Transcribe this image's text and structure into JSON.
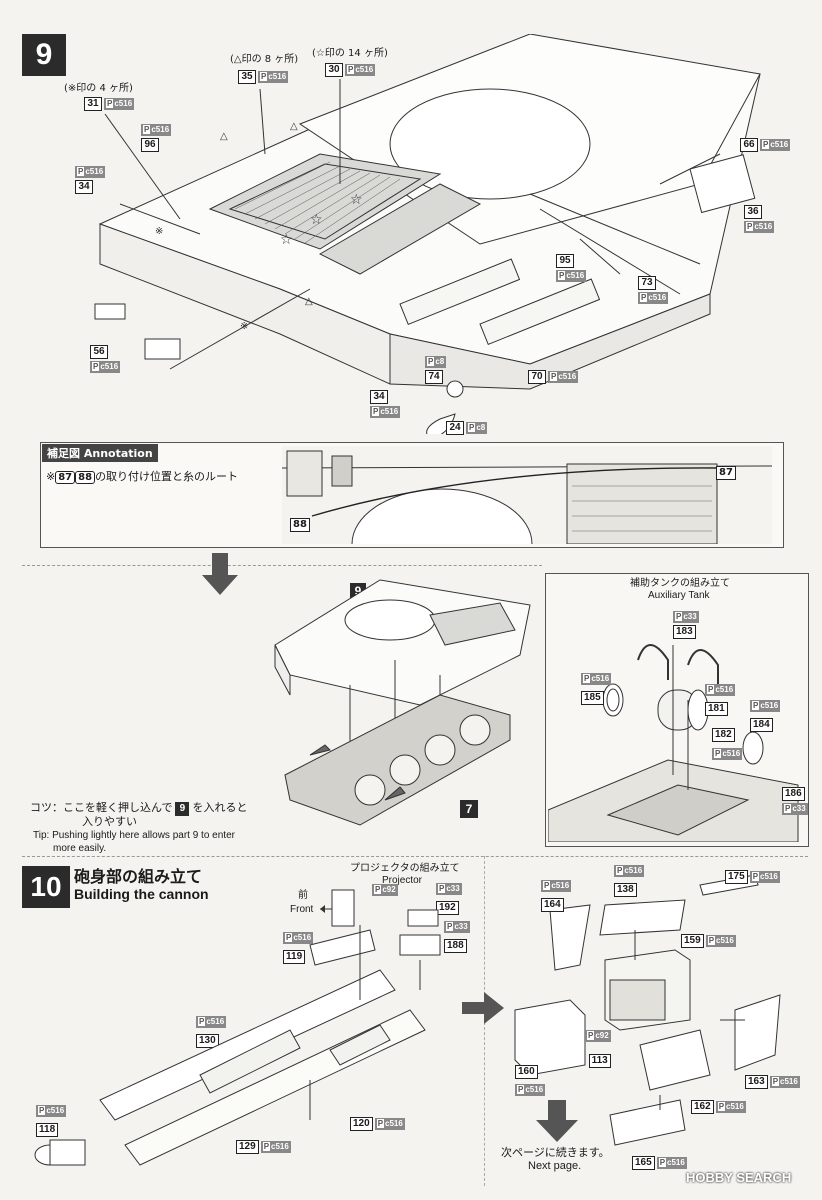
{
  "step9": {
    "number": "9",
    "note_tri": "(△印の 8 ヶ所)",
    "note_star": "(☆印の 14 ヶ所)",
    "note_kome": "(※印の 4 ヶ所)",
    "parts": [
      {
        "num": "35",
        "code": "c516"
      },
      {
        "num": "30",
        "code": "c516"
      },
      {
        "num": "31",
        "code": "c516"
      },
      {
        "num": "96",
        "code": "c516"
      },
      {
        "num": "34",
        "code": "c516"
      },
      {
        "num": "56",
        "code": "c516"
      },
      {
        "num": "66",
        "code": "c516"
      },
      {
        "num": "36",
        "code": "c516"
      },
      {
        "num": "95",
        "code": "c516"
      },
      {
        "num": "73",
        "code": "c516"
      },
      {
        "num": "74",
        "code": "c8"
      },
      {
        "num": "70",
        "code": "c516"
      },
      {
        "num": "34",
        "code": "c516"
      },
      {
        "num": "24",
        "code": "c8"
      }
    ]
  },
  "annotation": {
    "title_jp": "補足図",
    "title_en": "Annotation",
    "text": "※",
    "text_tail": "の取り付け位置と糸のルート",
    "part_a": "87",
    "part_b": "88",
    "callout_87": "87",
    "callout_88": "88"
  },
  "assembly": {
    "ref_9": "9",
    "ref_7": "7",
    "tip_jp_1": "コツ：ここを軽く押し込んで",
    "tip_jp_ref": "9",
    "tip_jp_2": "を入れると",
    "tip_jp_3": "入りやすい",
    "tip_en_1": "Tip: Pushing lightly here allows part 9 to enter",
    "tip_en_2": "more easily."
  },
  "aux_tank": {
    "title_jp": "補助タンクの組み立て",
    "title_en": "Auxiliary Tank",
    "parts": [
      {
        "num": "183",
        "code": "c33"
      },
      {
        "num": "185",
        "code": "c516"
      },
      {
        "num": "181",
        "code": "c516"
      },
      {
        "num": "184",
        "code": "c516"
      },
      {
        "num": "182",
        "code": "c516"
      },
      {
        "num": "186",
        "code": "c33"
      }
    ]
  },
  "step10": {
    "number": "10",
    "title_jp": "砲身部の組み立て",
    "title_en": "Building the cannon",
    "projector_jp": "プロジェクタの組み立て",
    "projector_en": "Projector",
    "front_jp": "前",
    "front_en": "Front",
    "parts_left": [
      {
        "num": "192",
        "code": "c33"
      },
      {
        "num": "188",
        "code": "c33"
      },
      {
        "num": "119",
        "code": "c516"
      },
      {
        "num": "130",
        "code": "c516"
      },
      {
        "num": "118",
        "code": "c516"
      },
      {
        "num": "129",
        "code": "c516"
      },
      {
        "num": "120",
        "code": "c516"
      }
    ],
    "projector_code": "c92",
    "parts_right": [
      {
        "num": "138",
        "code": "c516"
      },
      {
        "num": "175",
        "code": "c516"
      },
      {
        "num": "164",
        "code": "c516"
      },
      {
        "num": "159",
        "code": "c516"
      },
      {
        "num": "113",
        "code": "c92"
      },
      {
        "num": "160",
        "code": "c516"
      },
      {
        "num": "163",
        "code": "c516"
      },
      {
        "num": "162",
        "code": "c516"
      },
      {
        "num": "165",
        "code": "c516"
      }
    ],
    "next_jp": "次ページに続きます。",
    "next_en": "Next page."
  },
  "watermark": {
    "text": "HOBBY SEARCH"
  }
}
